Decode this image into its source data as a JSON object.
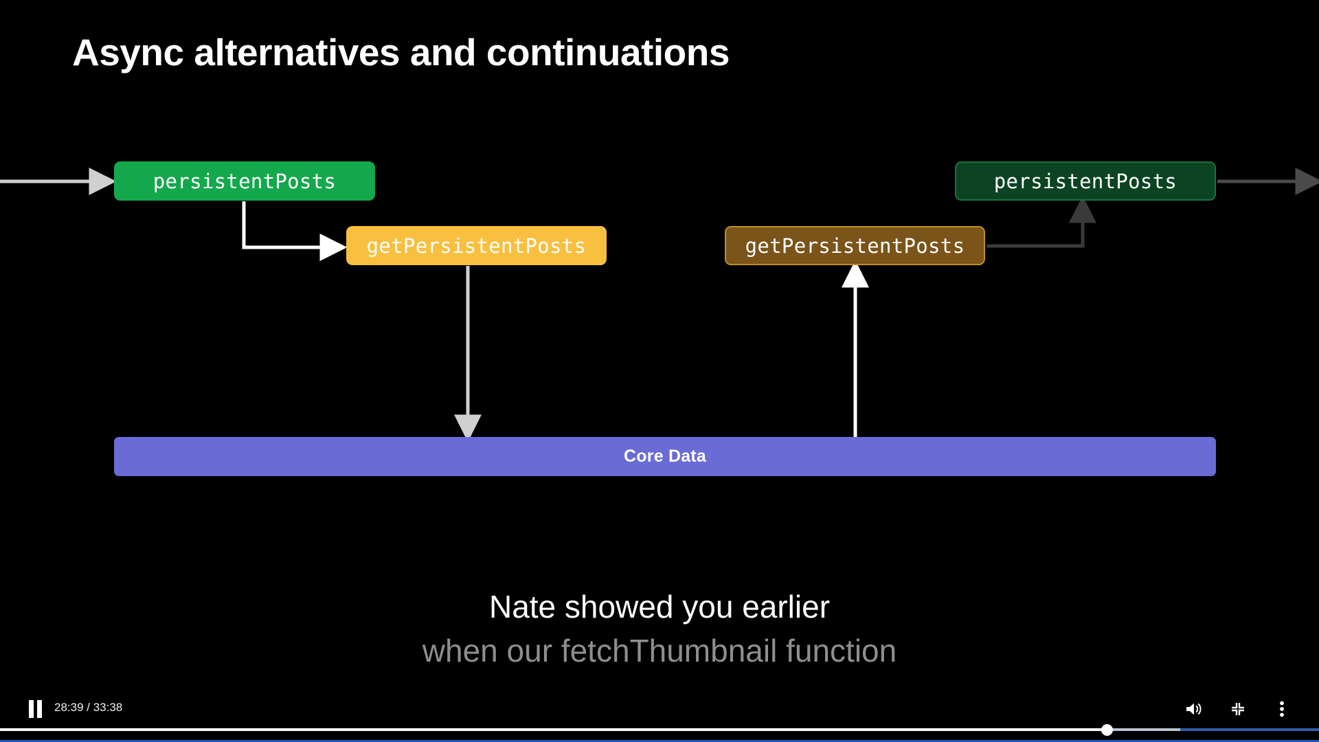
{
  "slide": {
    "title": "Async alternatives and continuations",
    "background_color": "#000000",
    "nodes": {
      "persistent_posts_left": {
        "label": "persistentPosts",
        "fill": "#14a84c",
        "border": "#14a84c",
        "state": "active"
      },
      "get_persistent_posts_left": {
        "label": "getPersistentPosts",
        "fill": "#f9bf3f",
        "border": "#f9bf3f",
        "state": "active"
      },
      "get_persistent_posts_right": {
        "label": "getPersistentPosts",
        "fill": "#7b541a",
        "border": "#c08f28",
        "state": "dimmed"
      },
      "persistent_posts_right": {
        "label": "persistentPosts",
        "fill": "#0c4423",
        "border": "#17733a",
        "state": "dimmed"
      },
      "core_data": {
        "label": "Core Data",
        "fill": "#6b6bd6",
        "border": "#6b6bd6",
        "state": "active"
      }
    },
    "connectors": [
      {
        "name": "incoming-call-arrow",
        "from": "off-screen-left",
        "to": "persistent_posts_left",
        "color": "#d0d0d0",
        "style": "straight-right"
      },
      {
        "name": "persistent-to-get-arrow",
        "from": "persistent_posts_left",
        "to": "get_persistent_posts_left",
        "color": "#ffffff",
        "style": "elbow-down-right"
      },
      {
        "name": "get-to-core-data-arrow",
        "from": "get_persistent_posts_left",
        "to": "core_data",
        "color": "#d0d0d0",
        "style": "straight-down"
      },
      {
        "name": "core-data-to-get-arrow",
        "from": "core_data",
        "to": "get_persistent_posts_right",
        "color": "#ffffff",
        "style": "straight-up"
      },
      {
        "name": "get-to-persistent-return-arrow",
        "from": "get_persistent_posts_right",
        "to": "persistent_posts_right",
        "color": "#3a3a3a",
        "style": "elbow-right-up"
      },
      {
        "name": "outgoing-return-arrow",
        "from": "persistent_posts_right",
        "to": "off-screen-right",
        "color": "#4a4a4a",
        "style": "straight-right"
      }
    ]
  },
  "captions": {
    "line1": "Nate showed you earlier",
    "line1_color": "#ffffff",
    "line2": "when our fetchThumbnail function",
    "line2_color": "#8e8e8e"
  },
  "player": {
    "state": "playing",
    "pause_label": "Pause",
    "current_time": "28:39",
    "duration": "33:38",
    "time_display": "28:39 / 33:38",
    "progress_percent": 85,
    "buffered_percent": 89,
    "accent_color": "#1a56b0",
    "controls": {
      "pause_icon": "pause-icon",
      "volume_icon": "volume-high-icon",
      "fullscreen_icon": "exit-fullscreen-icon",
      "more_icon": "more-vertical-icon"
    }
  }
}
